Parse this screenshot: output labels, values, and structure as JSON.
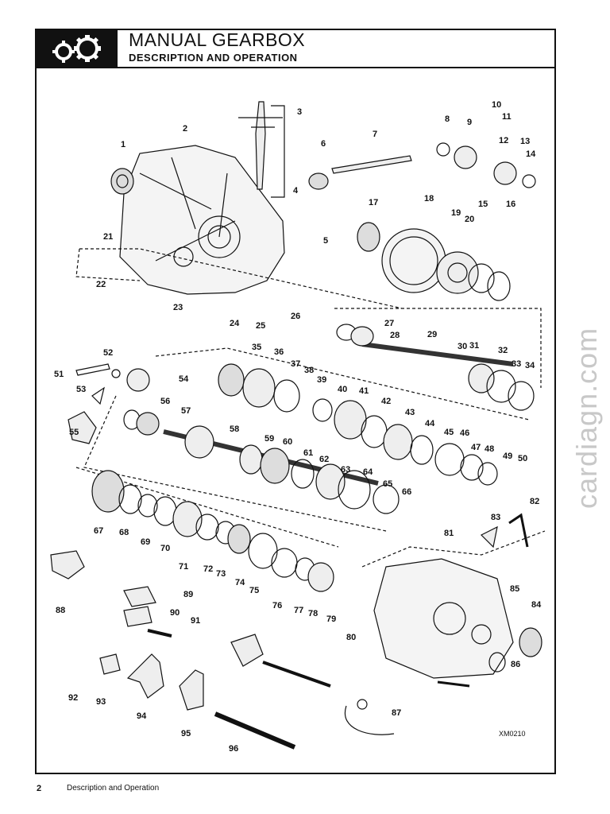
{
  "header": {
    "title": "MANUAL GEARBOX",
    "subtitle": "DESCRIPTION AND OPERATION"
  },
  "logo": {
    "icon": "gears-icon"
  },
  "diagram": {
    "drawing_code": "XM0210",
    "part_numbers": [
      "1",
      "2",
      "3",
      "4",
      "5",
      "6",
      "7",
      "8",
      "9",
      "10",
      "11",
      "12",
      "13",
      "14",
      "15",
      "16",
      "17",
      "18",
      "19",
      "20",
      "21",
      "22",
      "23",
      "24",
      "25",
      "26",
      "27",
      "28",
      "29",
      "30",
      "31",
      "32",
      "33",
      "34",
      "35",
      "36",
      "37",
      "38",
      "39",
      "40",
      "41",
      "42",
      "43",
      "44",
      "45",
      "46",
      "47",
      "48",
      "49",
      "50",
      "51",
      "52",
      "53",
      "54",
      "55",
      "56",
      "57",
      "58",
      "59",
      "60",
      "61",
      "62",
      "63",
      "64",
      "65",
      "66",
      "67",
      "68",
      "69",
      "70",
      "71",
      "72",
      "73",
      "74",
      "75",
      "76",
      "77",
      "78",
      "79",
      "80",
      "81",
      "82",
      "83",
      "84",
      "85",
      "86",
      "87",
      "88",
      "89",
      "90",
      "91",
      "92",
      "93",
      "94",
      "95",
      "96"
    ]
  },
  "watermark": "cardiagn.com",
  "footer": {
    "page_number": "2",
    "section": "Description and Operation"
  }
}
